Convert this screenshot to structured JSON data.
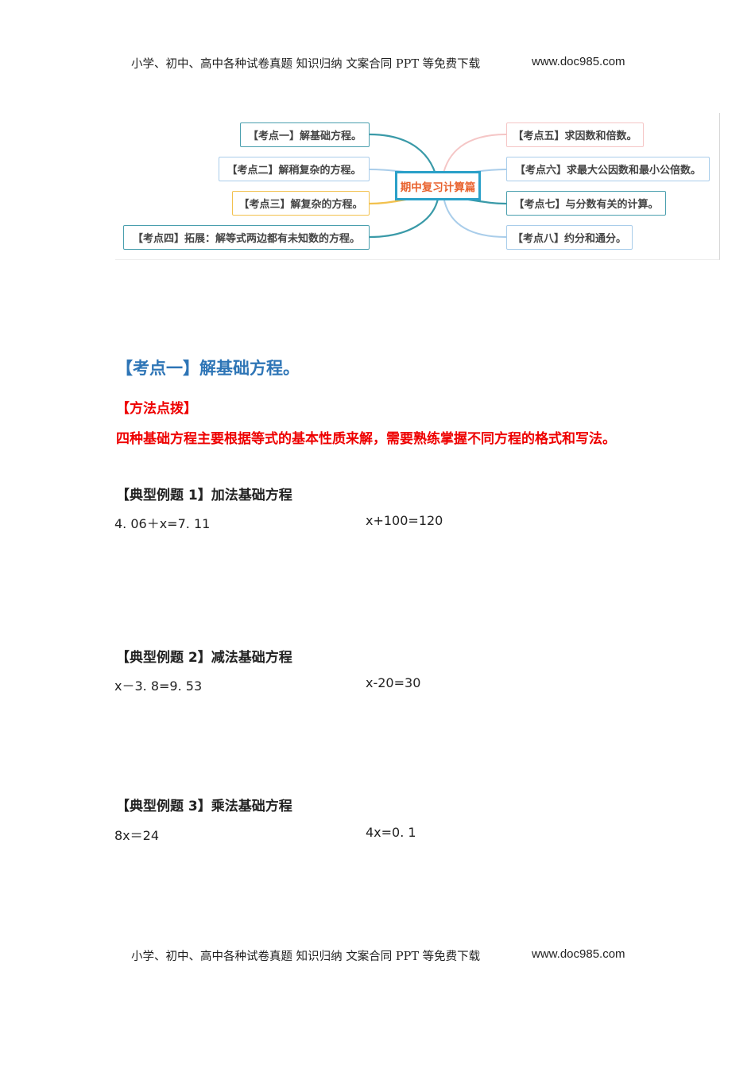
{
  "header": {
    "text": "小学、初中、高中各种试卷真题  知识归纳  文案合同  PPT 等免费下载",
    "url": "www.doc985.com"
  },
  "mindmap": {
    "center": "期中复习计算篇",
    "colors": {
      "center_border": "#2aa0c8",
      "center_text": "#e8612c",
      "teal": "#3a9aa8",
      "light_blue": "#a9cdea",
      "yellow": "#f2c14e",
      "pink": "#f5c6c6"
    },
    "left_nodes": [
      {
        "label": "【考点一】解基础方程。",
        "color": "#4a9fae"
      },
      {
        "label": "【考点二】解稍复杂的方程。",
        "color": "#a9cdea"
      },
      {
        "label": "【考点三】解复杂的方程。",
        "color": "#f2c14e"
      },
      {
        "label": "【考点四】拓展：解等式两边都有未知数的方程。",
        "color": "#4a9fae"
      }
    ],
    "right_nodes": [
      {
        "label": "【考点五】求因数和倍数。",
        "color": "#f5c6c6"
      },
      {
        "label": "【考点六】求最大公因数和最小公倍数。",
        "color": "#a9cdea"
      },
      {
        "label": "【考点七】与分数有关的计算。",
        "color": "#4a9fae"
      },
      {
        "label": "【考点八】约分和通分。",
        "color": "#a9cdea"
      }
    ]
  },
  "section": {
    "title": "【考点一】解基础方程。",
    "method_title": "【方法点拨】",
    "method_body": "四种基础方程主要根据等式的基本性质来解，需要熟练掌握不同方程的格式和写法。"
  },
  "examples": [
    {
      "title": "【典型例题 1】加法基础方程",
      "equations": [
        "4. 06＋x=7. 11",
        "x+100=120"
      ]
    },
    {
      "title": "【典型例题 2】减法基础方程",
      "equations": [
        "x－3. 8=9. 53",
        "x-20=30"
      ]
    },
    {
      "title": "【典型例题 3】乘法基础方程",
      "equations": [
        "8x＝24",
        "4x=0. 1"
      ]
    }
  ],
  "footer": {
    "text": "小学、初中、高中各种试卷真题  知识归纳  文案合同  PPT 等免费下载",
    "url": "www.doc985.com"
  }
}
